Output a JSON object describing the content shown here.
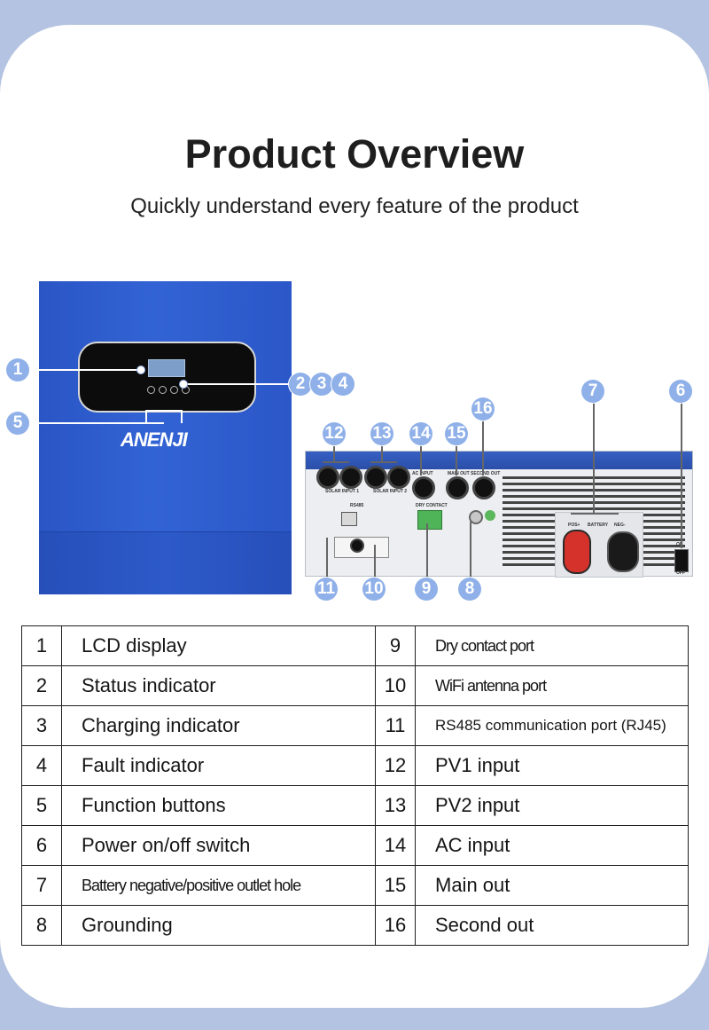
{
  "header": {
    "title": "Product Overview",
    "subtitle": "Quickly understand every feature of the product"
  },
  "front_view": {
    "brand": "ANENJI",
    "callouts": [
      "1",
      "2",
      "3",
      "4",
      "5"
    ]
  },
  "bottom_view": {
    "callouts": [
      "6",
      "7",
      "8",
      "9",
      "10",
      "11",
      "12",
      "13",
      "14",
      "15",
      "16"
    ],
    "labels": {
      "solar1": "SOLAR INPUT 1",
      "solar2": "SOLAR INPUT 2",
      "ac_input": "AC INPUT",
      "main_out": "MAIN OUT",
      "second_out": "SECOND OUT",
      "rs485": "RS485",
      "dry_contact": "DRY CONTACT",
      "battery": "BATTERY",
      "pos": "POS+",
      "neg": "NEG-",
      "on": "ON",
      "off": "OFF"
    }
  },
  "features": [
    {
      "left_num": "1",
      "left_label": "LCD display",
      "right_num": "9",
      "right_label": "Dry contact port"
    },
    {
      "left_num": "2",
      "left_label": "Status indicator",
      "right_num": "10",
      "right_label": "WiFi antenna port"
    },
    {
      "left_num": "3",
      "left_label": "Charging indicator",
      "right_num": "11",
      "right_label": "RS485 communication port (RJ45)"
    },
    {
      "left_num": "4",
      "left_label": "Fault indicator",
      "right_num": "12",
      "right_label": "PV1 input"
    },
    {
      "left_num": "5",
      "left_label": "Function buttons",
      "right_num": "13",
      "right_label": "PV2 input"
    },
    {
      "left_num": "6",
      "left_label": "Power on/off switch",
      "right_num": "14",
      "right_label": "AC input"
    },
    {
      "left_num": "7",
      "left_label": "Battery negative/positive outlet hole",
      "right_num": "15",
      "right_label": "Main out"
    },
    {
      "left_num": "8",
      "left_label": "Grounding",
      "right_num": "16",
      "right_label": "Second out"
    }
  ],
  "colors": {
    "background": "#b3c3e1",
    "inverter_blue": "#2f5fd0",
    "badge": "#8fb0e8"
  }
}
